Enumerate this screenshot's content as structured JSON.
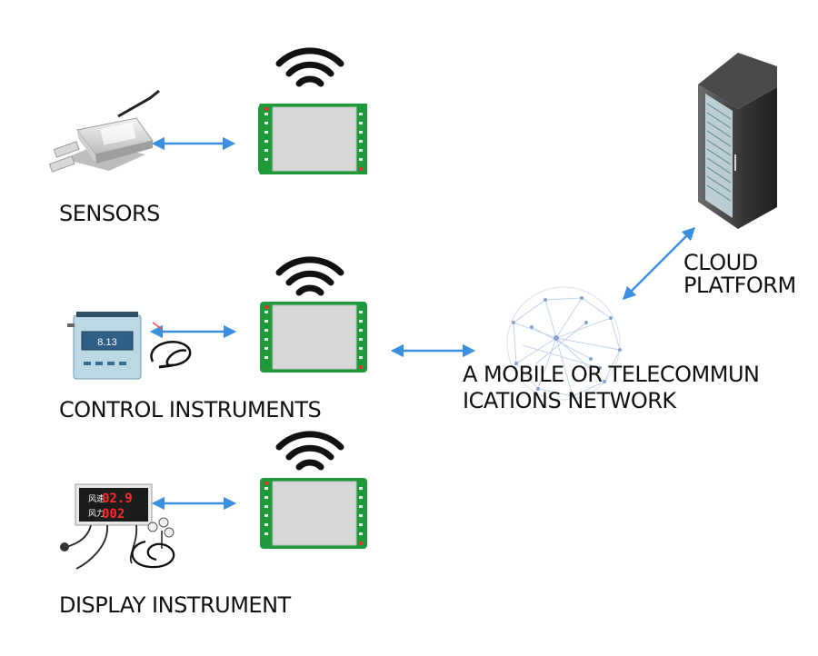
{
  "labels": {
    "sensors": "SENSORS",
    "control_instruments": "CONTROL INSTRUMENTS",
    "display_instrument": "DISPLAY INSTRUMENT",
    "network_line1": "A MOBILE OR TELECOMMUN",
    "network_line2": "ICATIONS NETWORK",
    "cloud_line1": "CLOUD",
    "cloud_line2": "PLATFORM"
  },
  "device_text": {
    "control_reading": "8.13",
    "display_row1_label": "风速",
    "display_row1_value": "02.9",
    "display_row2_label": "风力",
    "display_row2_value": "002"
  },
  "colors": {
    "arrow": "#3a8fe0",
    "module_green": "#1f9a3a",
    "module_panel": "#d9d9d9",
    "wifi": "#111111",
    "led_red": "#ff2a2a"
  }
}
